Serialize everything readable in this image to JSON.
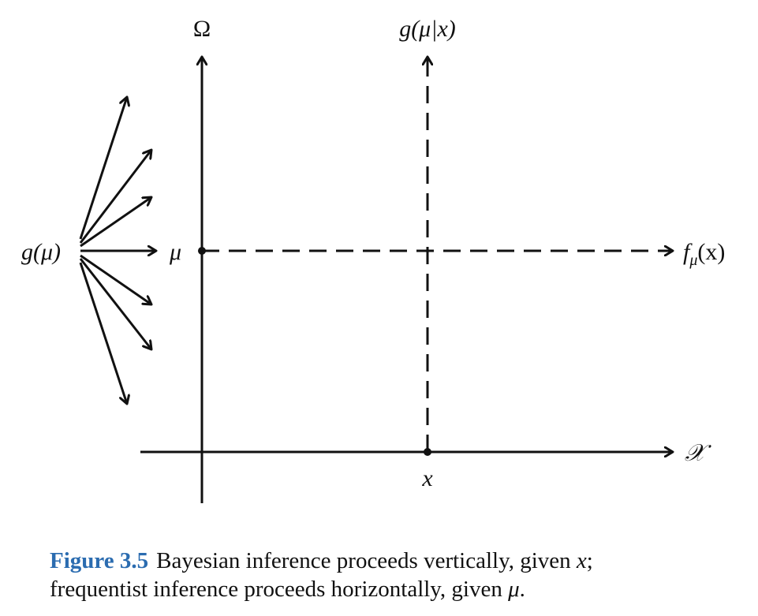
{
  "diagram": {
    "omega_label": "Ω",
    "posterior_label": "g(μ|x)",
    "prior_label": "g(μ)",
    "mu_label": "μ",
    "likelihood_label": "f",
    "likelihood_subscript": "μ",
    "likelihood_arg": "(x)",
    "sample_space_label": "𝒳",
    "x_label": "x"
  },
  "caption": {
    "figure_label": "Figure 3.5",
    "line1_text": "Bayesian inference proceeds vertically, given ",
    "line1_var": "x",
    "line1_end": ";",
    "line2_text": "frequentist inference proceeds horizontally, given ",
    "line2_var": "μ",
    "line2_end": "."
  },
  "colors": {
    "figure_label": "#2b6cb0",
    "ink": "#111111"
  }
}
